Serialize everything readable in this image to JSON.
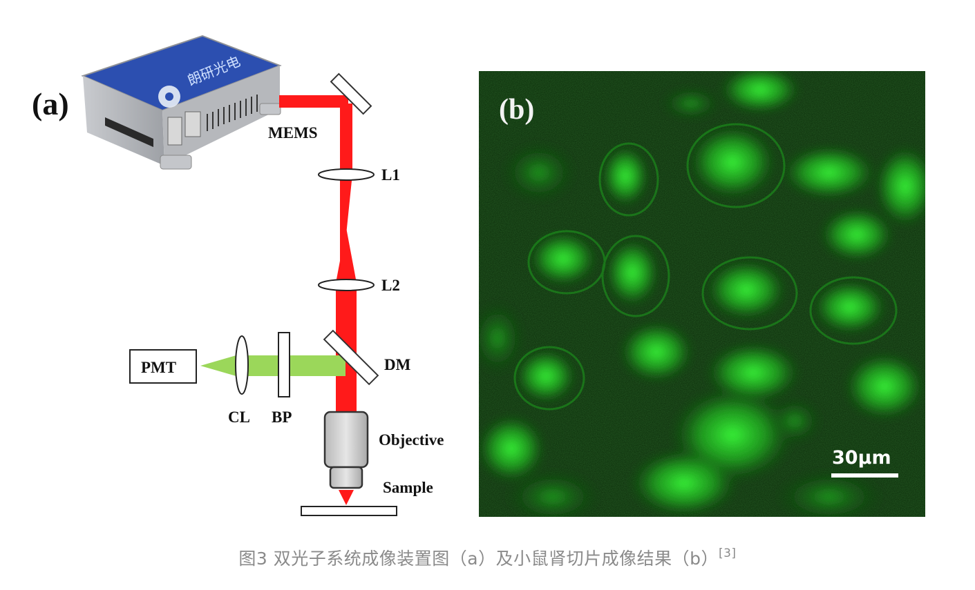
{
  "panel_a": {
    "panel_label": "(a)",
    "device_logo_text": "朗研光电",
    "labels": {
      "mems": "MEMS",
      "l1": "L1",
      "l2": "L2",
      "dm": "DM",
      "pmt": "PMT",
      "cl": "CL",
      "bp": "BP",
      "objective": "Objective",
      "sample": "Sample"
    }
  },
  "panel_b": {
    "panel_label": "(b)",
    "scale_bar_label": "30μm"
  },
  "caption": {
    "text": "图3 双光子系统成像装置图（a）及小鼠肾切片成像结果（b）",
    "reference": "[3]"
  },
  "colors": {
    "laser": "#ff1a1a",
    "fluorescence": "#9bd75a",
    "device_top": "#2b4fb3",
    "image_background": "#0a2a08",
    "cell_green": "#22d422"
  }
}
